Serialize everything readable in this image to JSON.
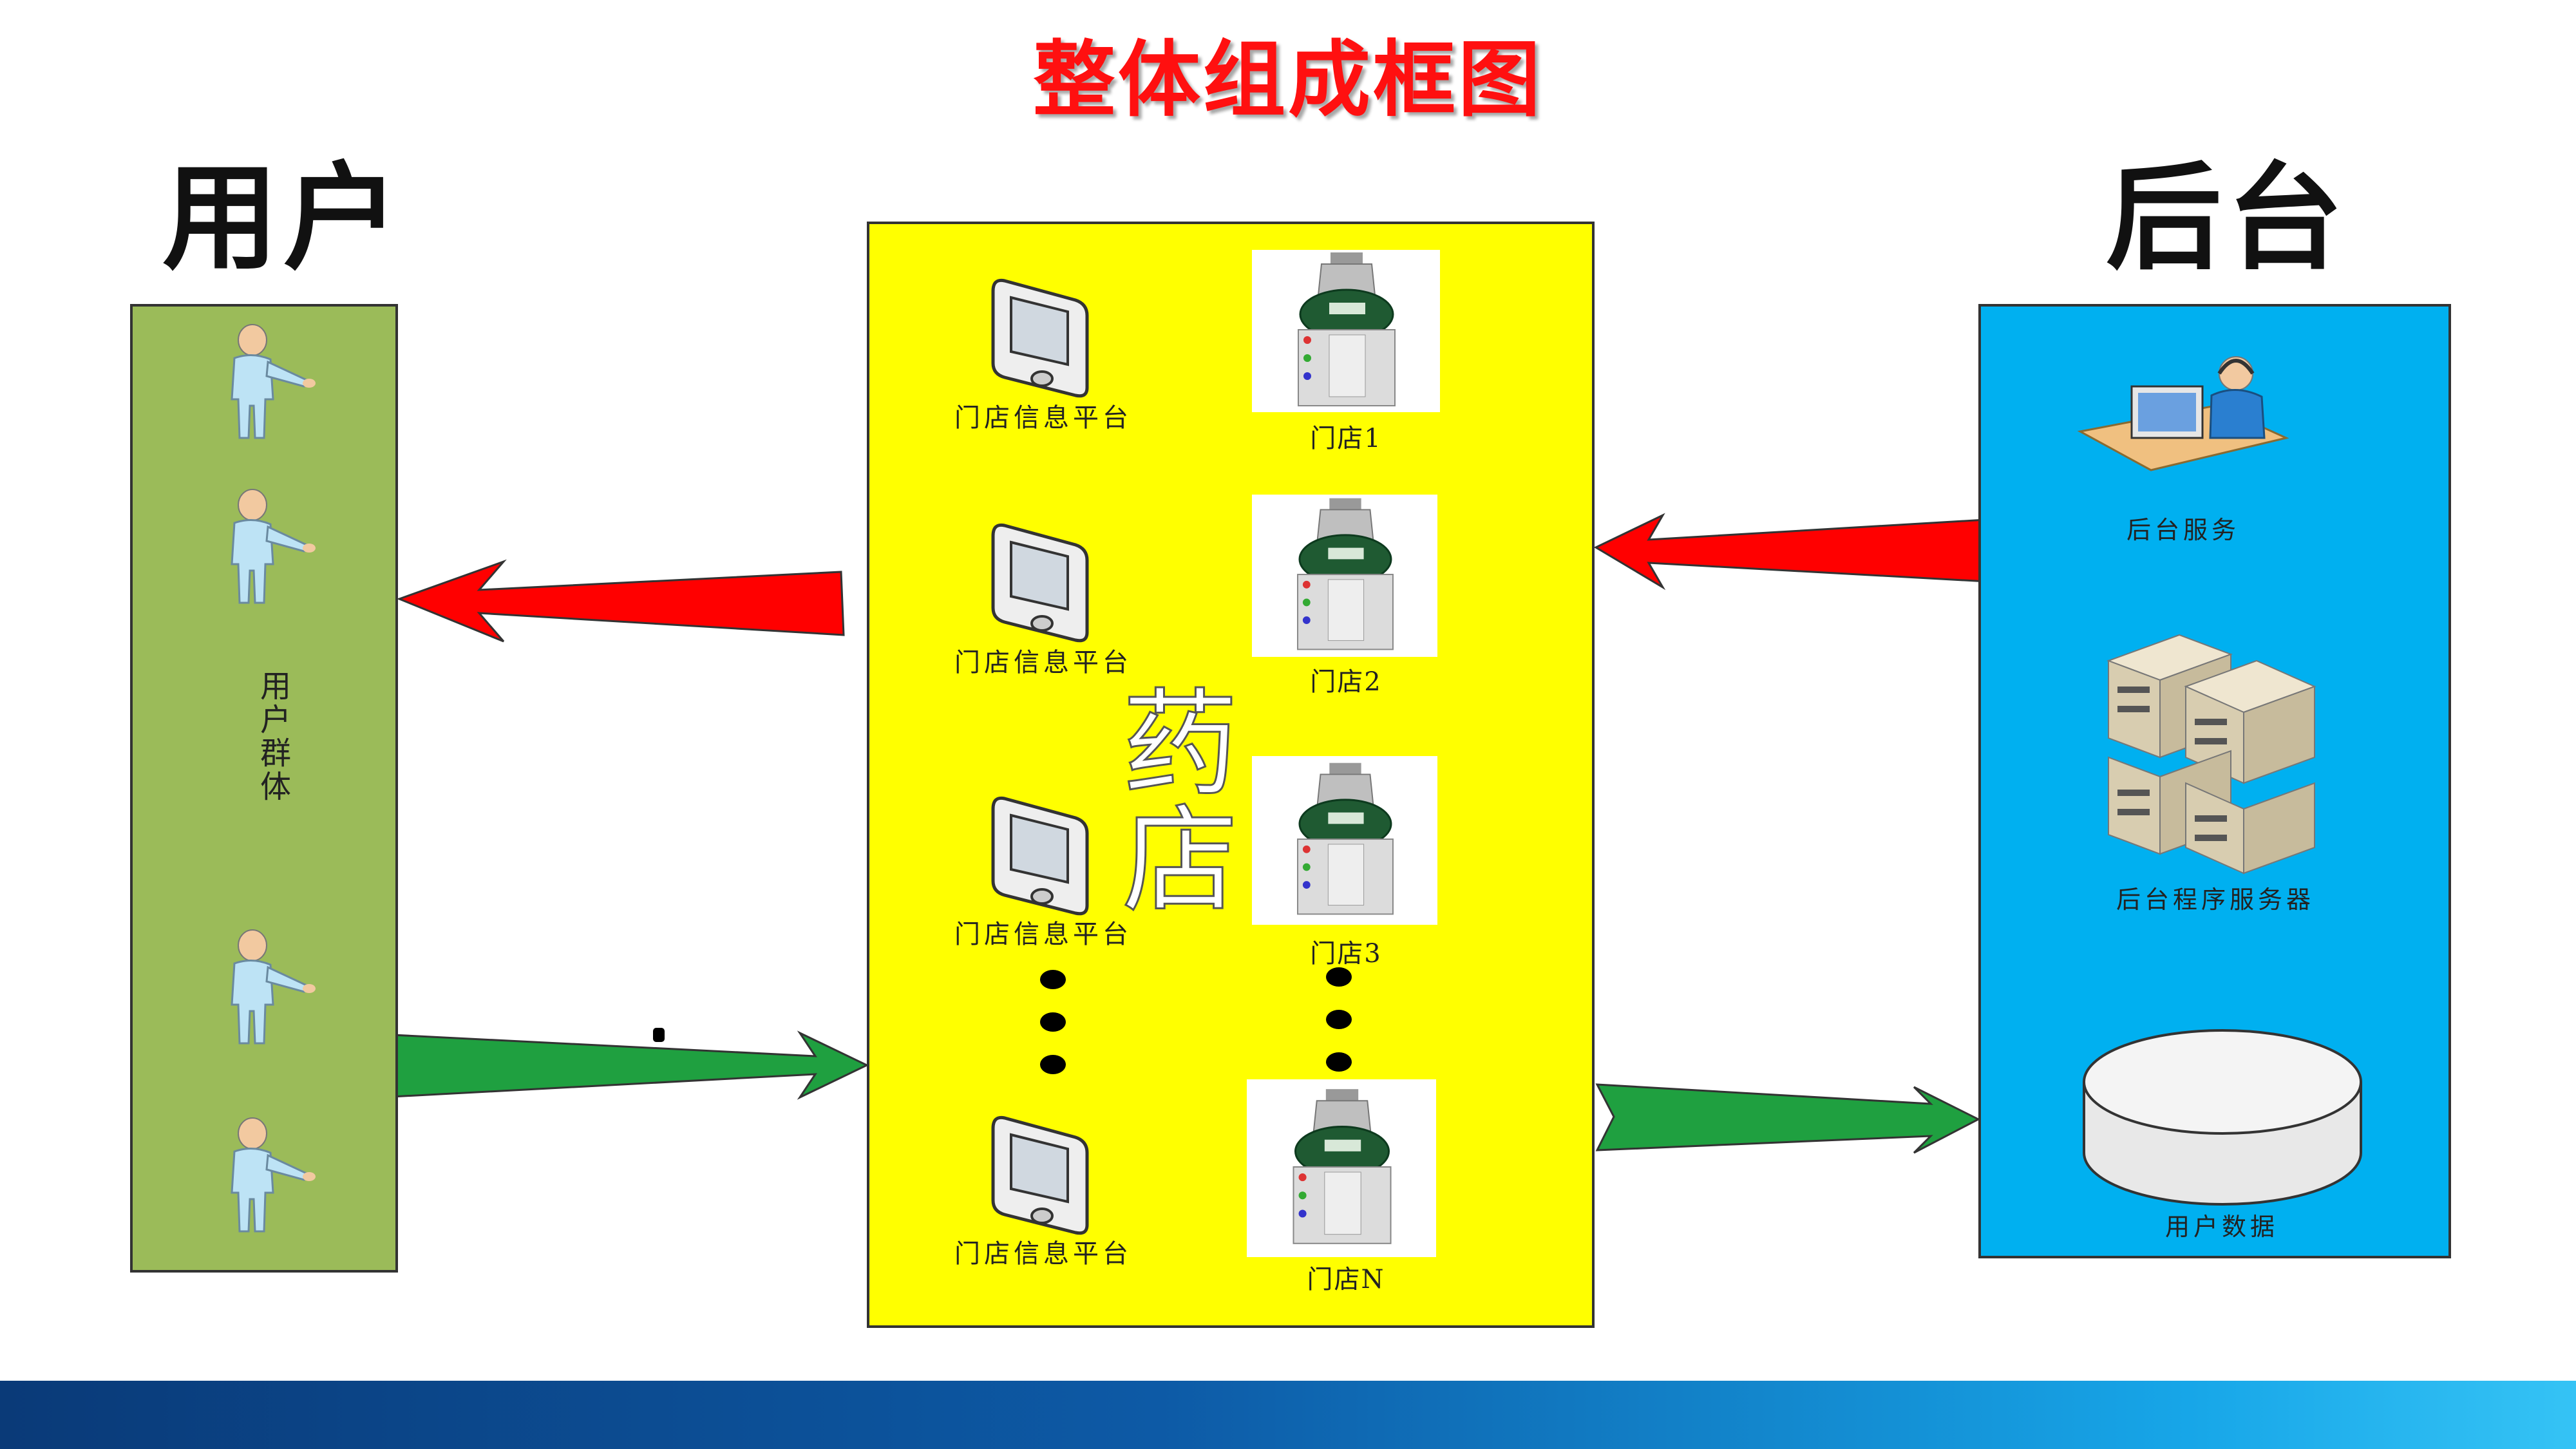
{
  "title": "整体组成框图",
  "columns": {
    "users": "用户",
    "backend": "后台"
  },
  "users_panel": {
    "group_label": "用户群体",
    "color": "#9bbb59"
  },
  "pharmacy_panel": {
    "big_label": "药店",
    "color": "#ffff00",
    "platform_label": "门店信息平台",
    "stores": [
      "门店1",
      "门店2",
      "门店3",
      "门店N"
    ]
  },
  "backend_panel": {
    "color": "#00b0f0",
    "items": [
      "后台服务",
      "后台程序服务器",
      "用户数据"
    ]
  },
  "arrow_colors": {
    "red": "#ff0000",
    "green": "#1fa040"
  }
}
